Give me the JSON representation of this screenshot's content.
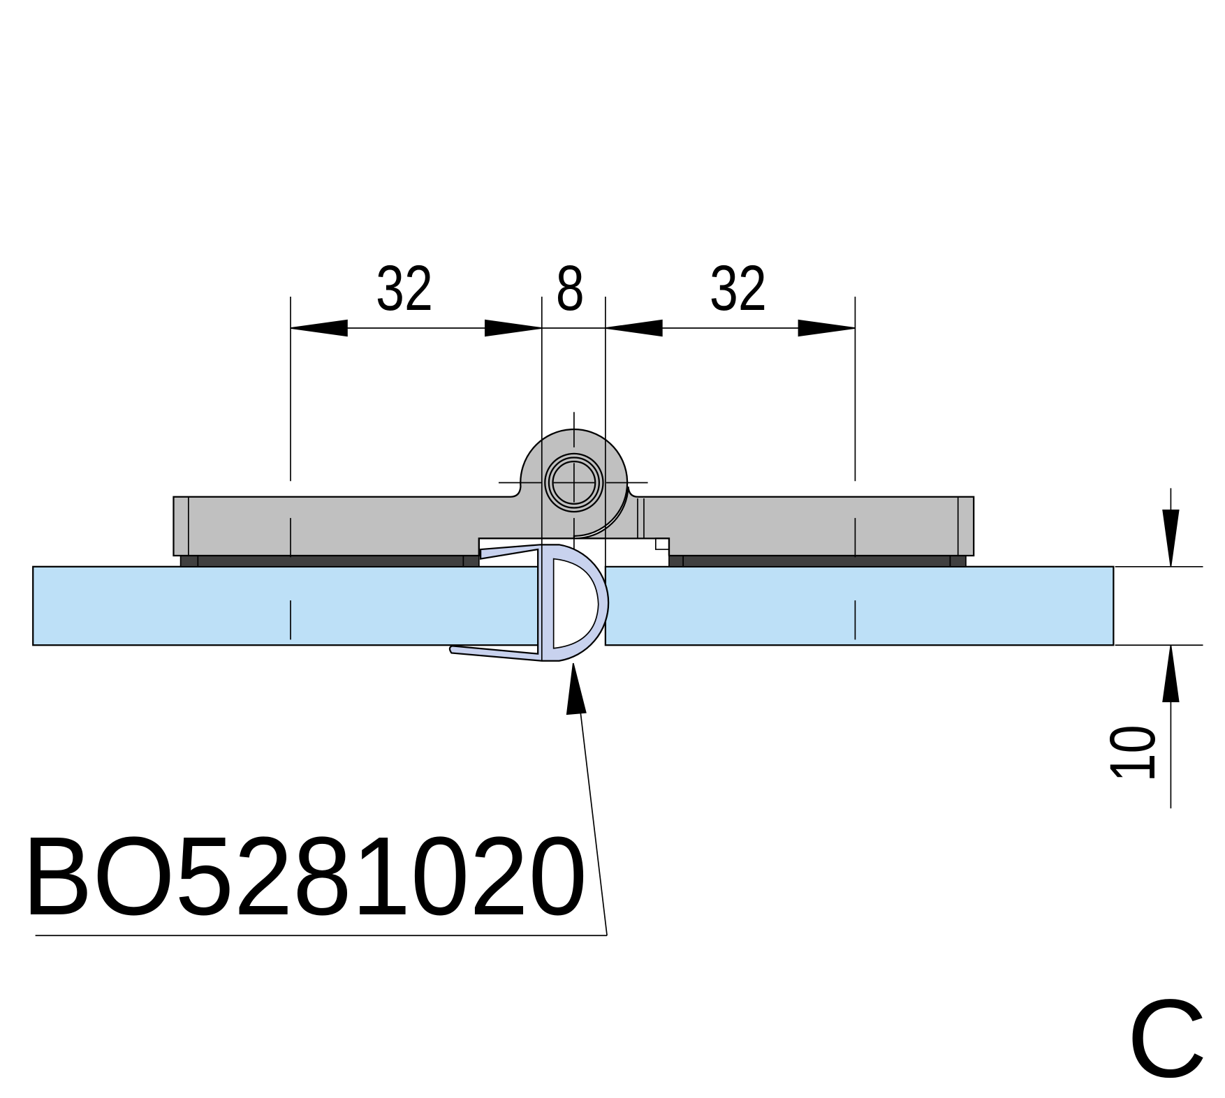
{
  "drawing": {
    "dimensions": {
      "left_plate": "32",
      "gap": "8",
      "right_plate": "32",
      "glass_thickness": "10"
    },
    "part_number": "BO5281020",
    "view_label": "C"
  },
  "colors": {
    "glass": "#bde0f7",
    "hinge_body": "#c0c0c0",
    "gasket": "#404040",
    "seal": "#c8d2ee",
    "line": "#000000"
  }
}
